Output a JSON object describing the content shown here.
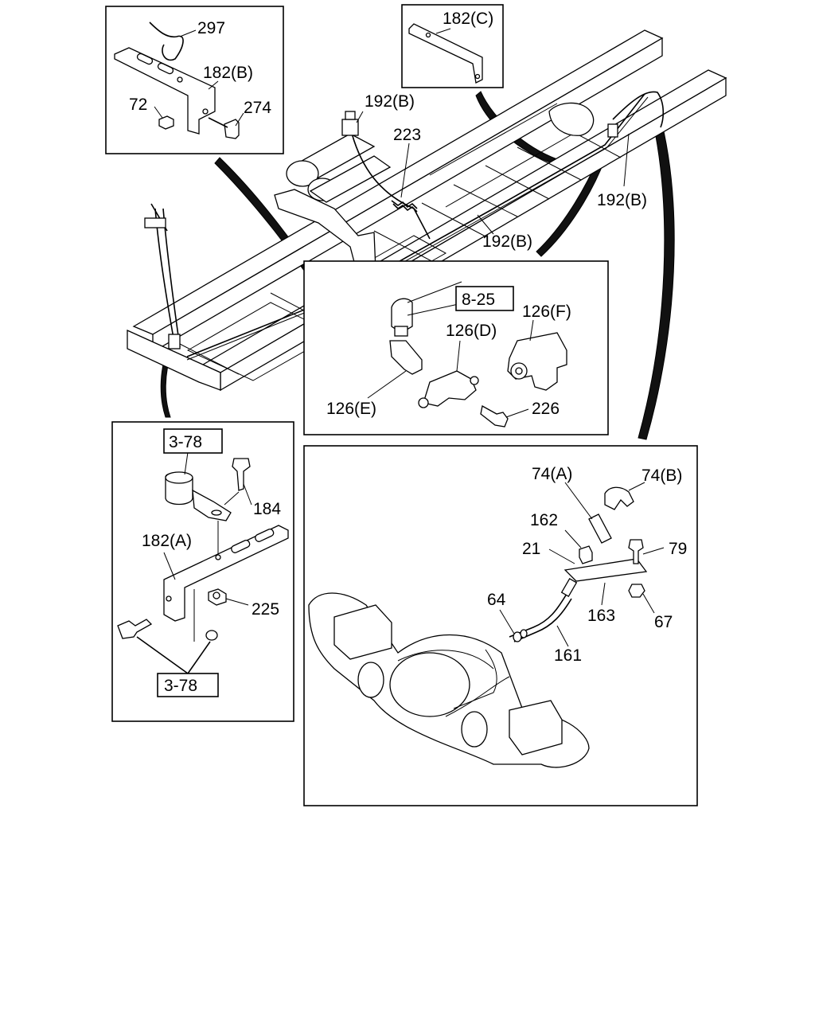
{
  "labels": {
    "p297": "297",
    "p182b": "182(B)",
    "p72": "72",
    "p274": "274",
    "p182c": "182(C)",
    "p192b_top": "192(B)",
    "p223": "223",
    "p192b_right": "192(B)",
    "p192b_mid": "192(B)",
    "ref825": "8-25",
    "p126f": "126(F)",
    "p126d": "126(D)",
    "p126e": "126(E)",
    "p226": "226",
    "ref378_top": "3-78",
    "p184": "184",
    "p182a": "182(A)",
    "p225": "225",
    "ref378_bottom": "3-78",
    "p74a": "74(A)",
    "p74b": "74(B)",
    "p162": "162",
    "p21": "21",
    "p79": "79",
    "p64": "64",
    "p163": "163",
    "p67": "67",
    "p161": "161"
  }
}
